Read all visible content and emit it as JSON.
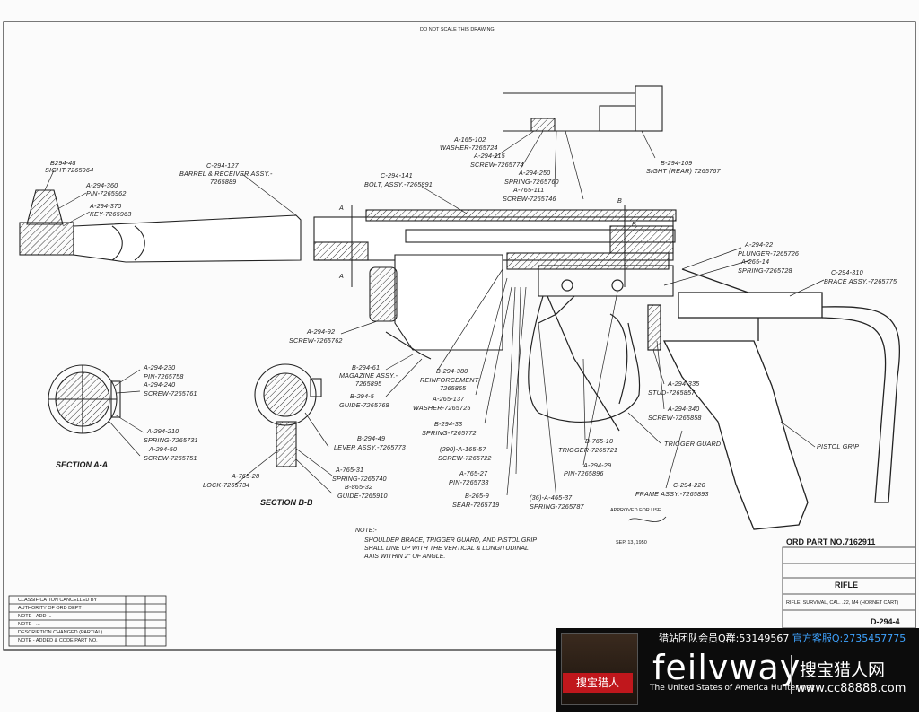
{
  "header": {
    "do_not_scale": "DO NOT SCALE THIS DRAWING"
  },
  "callouts": {
    "b294_48": {
      "id": "B294-48",
      "desc": "SIGHT-7265964"
    },
    "a294_360": {
      "id": "A-294-360",
      "desc": "PIN-7265962"
    },
    "a294_370": {
      "id": "A-294-370",
      "desc": "KEY-7265963"
    },
    "c294_127": {
      "id": "C-294-127",
      "desc": "BARREL & RECEIVER ASSY.-",
      "desc2": "7265889"
    },
    "c294_141": {
      "id": "C-294-141",
      "desc": "BOLT, ASSY.-7265891"
    },
    "a165_102": {
      "id": "A-165-102",
      "desc": "WASHER-7265724"
    },
    "a294_115": {
      "id": "A-294-115",
      "desc": "SCREW-7265774"
    },
    "a294_250": {
      "id": "A-294-250",
      "desc": "SPRING-7265760"
    },
    "a765_111": {
      "id": "A-765-111",
      "desc": "SCREW-7265746"
    },
    "b294_109": {
      "id": "B-294-109",
      "desc": "SIGHT (REAR) 7265767"
    },
    "a294_22": {
      "id": "A-294-22",
      "desc": "PLUNGER-7265726"
    },
    "a265_14": {
      "id": "A-265-14",
      "desc": "SPRING-7265728"
    },
    "c294_310": {
      "id": "C-294-310",
      "desc": "BRACE ASSY.-7265775"
    },
    "a294_92": {
      "id": "A-294-92",
      "desc": "SCREW-7265762"
    },
    "b294_61": {
      "id": "B-294-61",
      "desc": "MAGAZINE ASSY.-",
      "desc2": "7265895"
    },
    "b294_380": {
      "id": "B-294-380",
      "desc": "REINFORCEMENT-",
      "desc2": "7265865"
    },
    "b294_5": {
      "id": "B-294-5",
      "desc": "GUIDE-7265768"
    },
    "a265_137": {
      "id": "A-265-137",
      "desc": "WASHER-7265725"
    },
    "b294_33": {
      "id": "B-294-33",
      "desc": "SPRING-7265772"
    },
    "a165_57": {
      "id": "(290)-A-165-57",
      "desc": "SCREW-7265722"
    },
    "a765_27": {
      "id": "A-765-27",
      "desc": "PIN-7265733"
    },
    "b265_9": {
      "id": "B-265-9",
      "desc": "SEAR-7265719"
    },
    "a465_37": {
      "id": "(36)-A-465-37",
      "desc": "SPRING-7265787"
    },
    "b765_10": {
      "id": "B-765-10",
      "desc": "TRIGGER-7265721"
    },
    "a294_29": {
      "id": "A-294-29",
      "desc": "PIN-7265896"
    },
    "trigger_guard": {
      "desc": "TRIGGER GUARD"
    },
    "c294_220": {
      "id": "C-294-220",
      "desc": "FRAME ASSY.-7265893"
    },
    "a294_335": {
      "id": "A-294-335",
      "desc": "STUD-7265857"
    },
    "a294_340": {
      "id": "A-294-340",
      "desc": "SCREW-7265858"
    },
    "pistol_grip": {
      "desc": "PISTOL GRIP"
    },
    "a294_230": {
      "id": "A-294-230",
      "desc": "PIN-7265758"
    },
    "a294_240": {
      "id": "A-294-240",
      "desc": "SCREW-7265761"
    },
    "a294_210": {
      "id": "A-294-210",
      "desc": "SPRING-7265731"
    },
    "a294_50": {
      "id": "A-294-50",
      "desc": "SCREW-7265751"
    },
    "b294_49": {
      "id": "B-294-49",
      "desc": "LEVER ASSY.-7265773"
    },
    "a765_28": {
      "id": "A-765-28",
      "desc": "LOCK-7265734"
    },
    "a765_31": {
      "id": "A-765-31",
      "desc": "SPRING-7265740"
    },
    "b865_32": {
      "id": "B-865-32",
      "desc": "GUIDE-7265910"
    }
  },
  "sections": {
    "a": "SECTION A-A",
    "b": "SECTION B-B"
  },
  "markers": {
    "a": "A",
    "b": "B"
  },
  "note": {
    "head": "NOTE:-",
    "lines": [
      "SHOULDER BRACE, TRIGGER GUARD, AND PISTOL GRIP",
      "SHALL LINE UP WITH THE VERTICAL & LONGITUDINAL",
      "AXIS WITHIN 2° OF ANGLE."
    ]
  },
  "title_block": {
    "ord_part": "ORD PART NO.7162911",
    "name": "RIFLE",
    "desc": "RIFLE, SURVIVAL, CAL. .22, M4 (HORNET CART)",
    "drawing_no": "D-294-4"
  },
  "approval": {
    "line1": "APPROVED FOR USE",
    "date": "SEP. 13, 1950"
  },
  "revisions": [
    "CLASSIFICATION CANCELLED BY",
    "AUTHORITY OF ORD DEPT",
    "NOTE - ADD ...",
    "NOTE - ...",
    "DESCRIPTION CHANGED (PARTIAL)",
    "NOTE - ADDED & CODE PART NO."
  ],
  "watermark": {
    "top_line": "猎站团队会员Q群:53149567",
    "service": "官方客服Q:2735457775",
    "brand": "feilvway",
    "cn_name": "搜宝猎人网",
    "logo_cap": "搜宝猎人",
    "sub": "The United States of America Hunter net",
    "url": "www.cc88888.com"
  },
  "colors": {
    "ink": "#1a1a1a",
    "paper": "#fbfbfb",
    "banner": "#0c0c0c",
    "service": "#3fa3ff",
    "logo_red": "#c0171c"
  }
}
